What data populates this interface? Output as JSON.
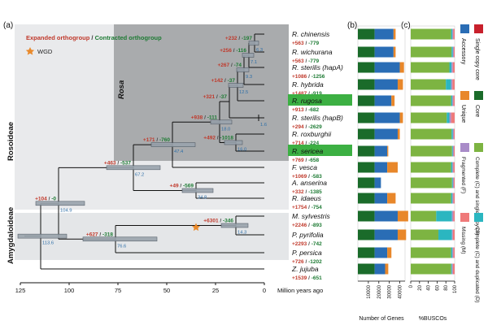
{
  "panels": {
    "a": "(a)",
    "b": "(b)",
    "c": "(c)"
  },
  "legend": {
    "expanded": "Expanded orthogroup",
    "slash": " / ",
    "contracted": "Contracted orthogroup",
    "wgd": "WGD"
  },
  "clades": {
    "rosoideae": "Rosoideae",
    "amygdaloideae": "Amygdaloideae",
    "rosa": "Rosa"
  },
  "time_axis": {
    "ticks": [
      "125",
      "100",
      "75",
      "50",
      "25",
      "0"
    ],
    "label": "Million years ago"
  },
  "species": [
    {
      "name": "R. chinensis",
      "exp": "+563",
      "con": "-779",
      "highlight": false
    },
    {
      "name": "R. wichurana",
      "exp": "+563",
      "con": "-779",
      "highlight": false
    },
    {
      "name": "R. sterilis (hapA)",
      "exp": "+1086",
      "con": "-1256",
      "highlight": false
    },
    {
      "name": "R. hybrida",
      "exp": "+1487",
      "con": "-919",
      "highlight": false
    },
    {
      "name": "R. rugosa",
      "exp": "+913",
      "con": "-682",
      "highlight": true
    },
    {
      "name": "R. sterilis (hapB)",
      "exp": "+294",
      "con": "-2629",
      "highlight": false
    },
    {
      "name": "R. roxburghii",
      "exp": "+714",
      "con": "-224",
      "highlight": false
    },
    {
      "name": "R. sericea",
      "exp": "+769",
      "con": "-658",
      "highlight": true
    },
    {
      "name": "F. vesca",
      "exp": "+1069",
      "con": "-583",
      "highlight": false
    },
    {
      "name": "A. anserina",
      "exp": "+332",
      "con": "-1385",
      "highlight": false
    },
    {
      "name": "R. idaeus",
      "exp": "+1754",
      "con": "-754",
      "highlight": false
    },
    {
      "name": "M. sylvestris",
      "exp": "+2246",
      "con": "-893",
      "highlight": false
    },
    {
      "name": "P. pyrifolia",
      "exp": "+2293",
      "con": "-742",
      "highlight": false
    },
    {
      "name": "P. persica",
      "exp": "+726",
      "con": "-1202",
      "highlight": false
    },
    {
      "name": "Z. jujuba",
      "exp": "+1539",
      "con": "-651",
      "highlight": false
    }
  ],
  "nodes": [
    {
      "exp": "+232",
      "con": "-197",
      "age": "6.3"
    },
    {
      "exp": "+256",
      "con": "-116",
      "age": "7.1"
    },
    {
      "exp": "+267",
      "con": "-74",
      "age": "9.3"
    },
    {
      "exp": "+142",
      "con": "-37",
      "age": "12.5"
    },
    {
      "exp": "+321",
      "con": "-37",
      "age": ""
    },
    {
      "exp": "",
      "con": "",
      "age": "1.6"
    },
    {
      "exp": "+492",
      "con": "-1018",
      "age": "16.0"
    },
    {
      "exp": "+938",
      "con": "-111",
      "age": "18.0"
    },
    {
      "exp": "+171",
      "con": "-760",
      "age": "47.4"
    },
    {
      "exp": "+49",
      "con": "-569",
      "age": "34.8"
    },
    {
      "exp": "+463",
      "con": "-537",
      "age": "67.2"
    },
    {
      "exp": "+104",
      "con": "-0",
      "age": "104.9"
    },
    {
      "exp": "+6301",
      "con": "-346",
      "age": "14.3"
    },
    {
      "exp": "+627",
      "con": "-318",
      "age": "76.6"
    },
    {
      "exp": "",
      "con": "",
      "age": "113.6"
    }
  ],
  "genes_axis": {
    "ticks": [
      "10000",
      "20000",
      "30000",
      "40000"
    ],
    "label": "Number of Genes"
  },
  "busco_axis": {
    "ticks": [
      "0",
      "20",
      "40",
      "60",
      "80",
      "100"
    ],
    "label": "%BUSCOs"
  },
  "gene_legend": [
    "Single copy core",
    "Accessory",
    "Core",
    "Unique"
  ],
  "busco_legend": [
    "Complete (C) and single-copy (S)",
    "Fragmented (F)",
    "Complete (C) and duplicated (D)",
    "Missing (M)"
  ],
  "colors": {
    "expanded": "#c0392b",
    "contracted": "#1e7b34",
    "age": "#2e6fa8",
    "core": "#1a6b2a",
    "accessory": "#2a6db5",
    "unique": "#e8872a",
    "single_copy": "#c8202c",
    "busco_s": "#7db442",
    "busco_d": "#2bb6c0",
    "busco_f": "#a98cc8",
    "busco_m": "#ef7a7a",
    "highlight": "#3cb043",
    "rosa_bg": "#a9abad",
    "shade": "#e2e4e6",
    "wgd": "#e98a2c"
  },
  "chart_data": [
    {
      "type": "bar",
      "title": "",
      "xlabel": "Number of Genes",
      "ylabel": "",
      "xlim": [
        0,
        45000
      ],
      "categories": [
        "R. chinensis",
        "R. wichurana",
        "R. sterilis (hapA)",
        "R. hybrida",
        "R. rugosa",
        "R. sterilis (hapB)",
        "R. roxburghii",
        "R. sericea",
        "F. vesca",
        "A. anserina",
        "R. idaeus",
        "M. sylvestris",
        "P. pyrifolia",
        "P. persica",
        "Z. jujuba"
      ],
      "series": [
        {
          "name": "Core",
          "color": "#1a6b2a",
          "values": [
            16000,
            16000,
            16000,
            16000,
            16000,
            16000,
            16000,
            16000,
            16000,
            16000,
            16000,
            16000,
            16000,
            16000,
            16000
          ]
        },
        {
          "name": "Accessory",
          "color": "#2a6db5",
          "values": [
            18000,
            18000,
            24000,
            22000,
            16000,
            24000,
            22000,
            12000,
            12000,
            6000,
            12000,
            22000,
            22000,
            12000,
            10000
          ]
        },
        {
          "name": "Unique",
          "color": "#e8872a",
          "values": [
            2000,
            2000,
            4000,
            5000,
            3000,
            3000,
            2000,
            1000,
            10000,
            0,
            8000,
            10000,
            8000,
            4000,
            3000
          ]
        },
        {
          "name": "Single copy core",
          "color": "#c8202c",
          "values": [
            0,
            0,
            0,
            0,
            0,
            0,
            0,
            0,
            0,
            0,
            0,
            0,
            0,
            0,
            0
          ]
        }
      ]
    },
    {
      "type": "bar",
      "title": "",
      "xlabel": "%BUSCOs",
      "ylabel": "",
      "xlim": [
        0,
        100
      ],
      "categories": [
        "R. chinensis",
        "R. wichurana",
        "R. sterilis (hapA)",
        "R. hybrida",
        "R. rugosa",
        "R. sterilis (hapB)",
        "R. roxburghii",
        "R. sericea",
        "F. vesca",
        "A. anserina",
        "R. idaeus",
        "M. sylvestris",
        "P. pyrifolia",
        "P. persica",
        "Z. jujuba"
      ],
      "series": [
        {
          "name": "Complete (C) and single-copy (S)",
          "color": "#7db442",
          "values": [
            92,
            93,
            88,
            80,
            92,
            82,
            93,
            94,
            92,
            94,
            92,
            58,
            63,
            92,
            92
          ]
        },
        {
          "name": "Complete (C) and duplicated (D)",
          "color": "#2bb6c0",
          "values": [
            3,
            3,
            5,
            12,
            3,
            6,
            3,
            2,
            3,
            2,
            3,
            36,
            31,
            3,
            2
          ]
        },
        {
          "name": "Fragmented (F)",
          "color": "#a98cc8",
          "values": [
            2,
            2,
            3,
            3,
            2,
            4,
            2,
            2,
            2,
            2,
            2,
            3,
            2,
            2,
            2
          ]
        },
        {
          "name": "Missing (M)",
          "color": "#ef7a7a",
          "values": [
            3,
            2,
            4,
            5,
            3,
            8,
            2,
            2,
            3,
            2,
            3,
            3,
            4,
            3,
            4
          ]
        }
      ]
    }
  ]
}
